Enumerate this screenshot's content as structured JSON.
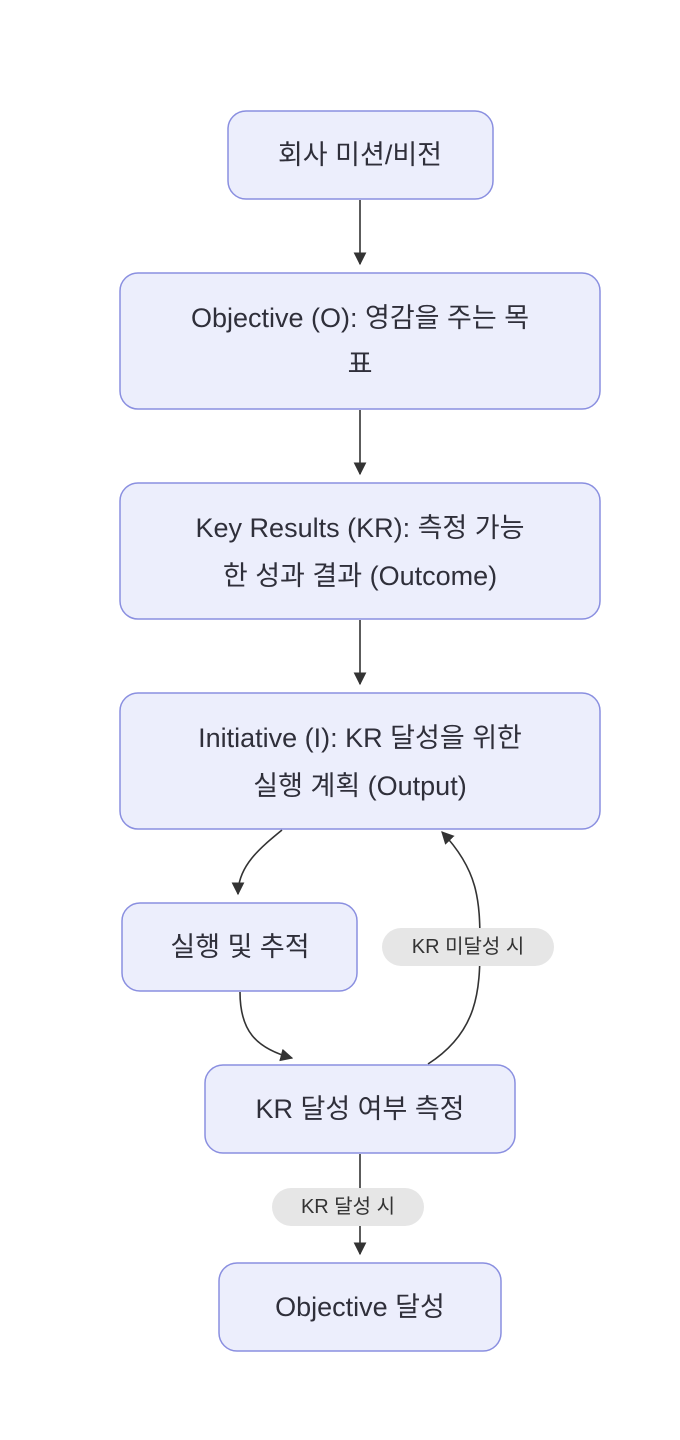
{
  "nodes": {
    "mission": {
      "lines": [
        "회사 미션/비전"
      ]
    },
    "objective": {
      "lines": [
        "Objective (O): 영감을 주는 목",
        "표"
      ]
    },
    "key_results": {
      "lines": [
        "Key Results (KR): 측정 가능",
        "한 성과 결과 (Outcome)"
      ]
    },
    "initiative": {
      "lines": [
        "Initiative (I): KR 달성을 위한",
        "실행 계획 (Output)"
      ]
    },
    "execute": {
      "lines": [
        "실행 및 추적"
      ]
    },
    "measure": {
      "lines": [
        "KR 달성 여부 측정"
      ]
    },
    "achieved": {
      "lines": [
        "Objective 달성"
      ]
    }
  },
  "edges": {
    "not_achieved": {
      "label": "KR 미달성 시"
    },
    "achieved": {
      "label": "KR 달성 시"
    }
  },
  "colors": {
    "node_fill": "#ECEEFC",
    "node_border": "#8A8FE0",
    "edge": "#333333",
    "label_bg": "#E6E6E6",
    "text": "#2F2F3A"
  }
}
